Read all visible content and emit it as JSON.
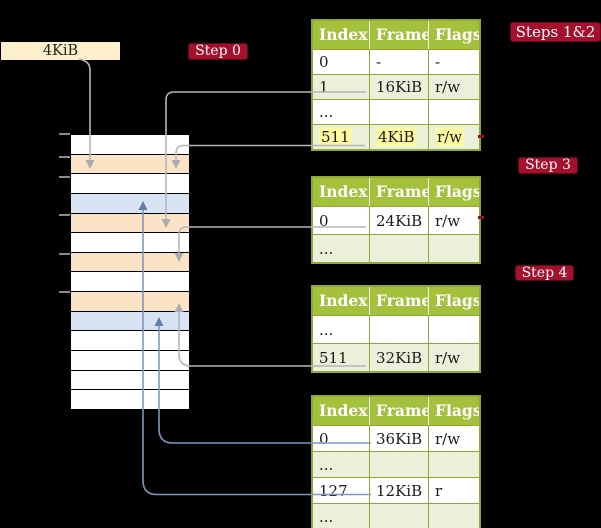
{
  "palette": {
    "bg": "#000000",
    "cream": "#fcf0cc",
    "badge_red": "#a5102c",
    "badge_border": "#5d0919",
    "header_green": "#a3c13c",
    "row_green": "#eaf0da",
    "table_border": "#8fa934",
    "peach": "#fde3c6",
    "blue_row": "#d8e4f4",
    "hl_yellow": "#fdf9a2",
    "line_gray": "#b3b6bb",
    "arrow_gray": "#a9adb3",
    "line_blue": "#7e97c3",
    "arrow_blue": "#5f7db2",
    "tick_gray": "#8c8c8c",
    "cell_text": "#1b1b1b",
    "red_dash": "#8e1228"
  },
  "page_size_label": "4KiB",
  "badges": {
    "step0": "Step 0",
    "steps12": "Steps 1&2",
    "step3": "Step 3",
    "step4": "Step 4"
  },
  "memory": {
    "rows": [
      "free",
      "pagetable",
      "free",
      "data",
      "pagetable",
      "free",
      "pagetable",
      "free",
      "pagetable",
      "data",
      "free",
      "free",
      "free",
      "free"
    ]
  },
  "tables": [
    {
      "id": "page-table-steps12",
      "columns": [
        "Index",
        "Frame",
        "Flags"
      ],
      "rows": [
        {
          "cells": [
            "0",
            "-",
            "-"
          ],
          "shaded": false,
          "highlight": false
        },
        {
          "cells": [
            "1",
            "16KiB",
            "r/w"
          ],
          "shaded": true,
          "highlight": false
        },
        {
          "cells": [
            "...",
            "",
            ""
          ],
          "shaded": false,
          "highlight": false
        },
        {
          "cells": [
            "511",
            "4KiB",
            "r/w"
          ],
          "shaded": true,
          "highlight": true
        }
      ]
    },
    {
      "id": "page-table-step3",
      "columns": [
        "Index",
        "Frame",
        "Flags"
      ],
      "rows": [
        {
          "cells": [
            "0",
            "24KiB",
            "r/w"
          ],
          "shaded": false,
          "highlight": false
        },
        {
          "cells": [
            "...",
            "",
            ""
          ],
          "shaded": true,
          "highlight": false
        }
      ]
    },
    {
      "id": "page-table-step4",
      "columns": [
        "Index",
        "Frame",
        "Flags"
      ],
      "rows": [
        {
          "cells": [
            "...",
            "",
            ""
          ],
          "shaded": false,
          "highlight": false
        },
        {
          "cells": [
            "511",
            "32KiB",
            "r/w"
          ],
          "shaded": true,
          "highlight": false
        }
      ]
    },
    {
      "id": "page-table-leaf",
      "columns": [
        "Index",
        "Frame",
        "Flags"
      ],
      "rows": [
        {
          "cells": [
            "0",
            "36KiB",
            "r/w"
          ],
          "shaded": false,
          "highlight": false
        },
        {
          "cells": [
            "...",
            "",
            ""
          ],
          "shaded": true,
          "highlight": false
        },
        {
          "cells": [
            "127",
            "12KiB",
            "r"
          ],
          "shaded": false,
          "highlight": false
        },
        {
          "cells": [
            "...",
            "",
            ""
          ],
          "shaded": true,
          "highlight": false
        }
      ]
    }
  ]
}
